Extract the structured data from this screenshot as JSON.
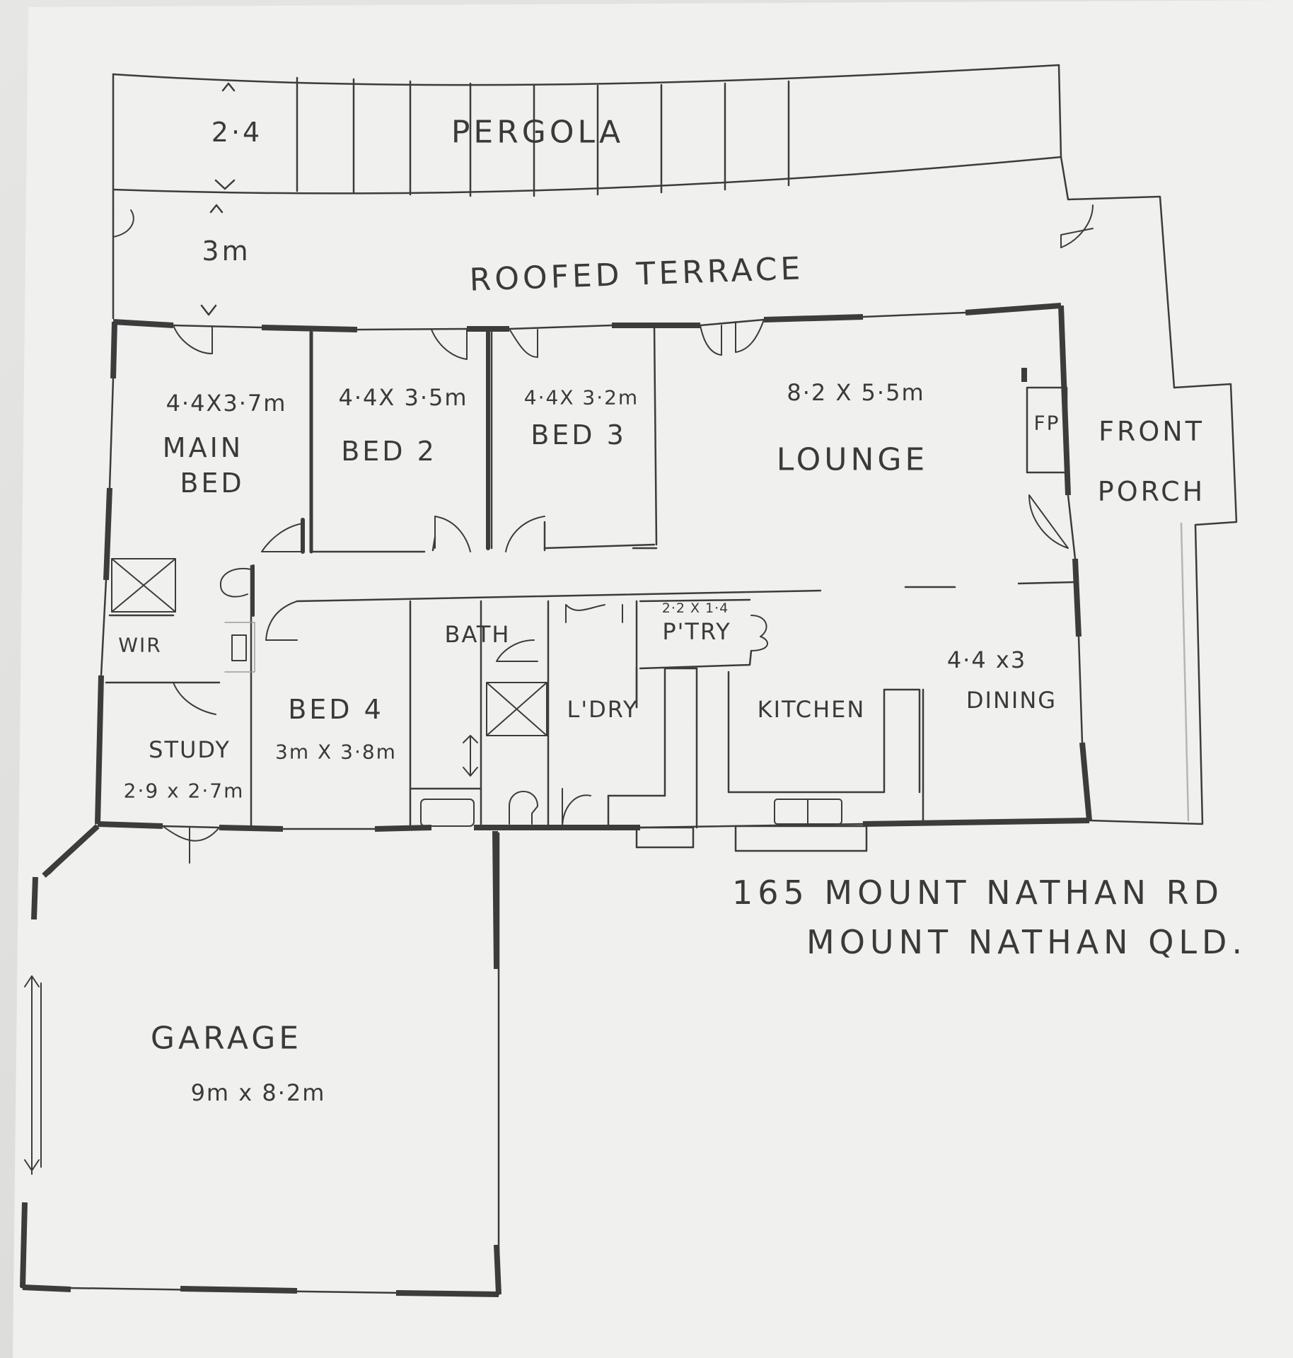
{
  "pergola": {
    "label": "PERGOLA",
    "width": "2·4"
  },
  "terrace": {
    "label": "ROOFED TERRACE",
    "width": "3m"
  },
  "rooms": {
    "main_bed": {
      "name_1": "MAIN",
      "name_2": "BED",
      "dims": "4·4X3·7m"
    },
    "bed2": {
      "name": "BED 2",
      "dims": "4·4X 3·5m"
    },
    "bed3": {
      "name": "BED 3",
      "dims": "4·4X 3·2m"
    },
    "lounge": {
      "name": "LOUNGE",
      "dims": "8·2 X 5·5m"
    },
    "fireplace": {
      "name": "FP"
    },
    "front_porch": {
      "name_1": "FRONT",
      "name_2": "PORCH"
    },
    "wir": {
      "name": "WIR"
    },
    "study": {
      "name": "STUDY",
      "dims": "2·9 x 2·7m"
    },
    "bed4": {
      "name": "BED 4",
      "dims": "3m X 3·8m"
    },
    "bath": {
      "name": "BATH"
    },
    "laundry": {
      "name": "L'DRY"
    },
    "pantry": {
      "name": "P'TRY",
      "dims": "2·2 X 1·4"
    },
    "kitchen": {
      "name": "KITCHEN"
    },
    "dining": {
      "name": "DINING",
      "dims": "4·4 x3"
    },
    "garage": {
      "name": "GARAGE",
      "dims": "9m x 8·2m"
    }
  },
  "address": {
    "line1": "165 MOUNT NATHAN RD",
    "line2": "MOUNT NATHAN QLD."
  },
  "colors": {
    "pencil": "#3a3a3a",
    "paper": "#f0f0ee",
    "shadow": "#cfcfcd"
  }
}
